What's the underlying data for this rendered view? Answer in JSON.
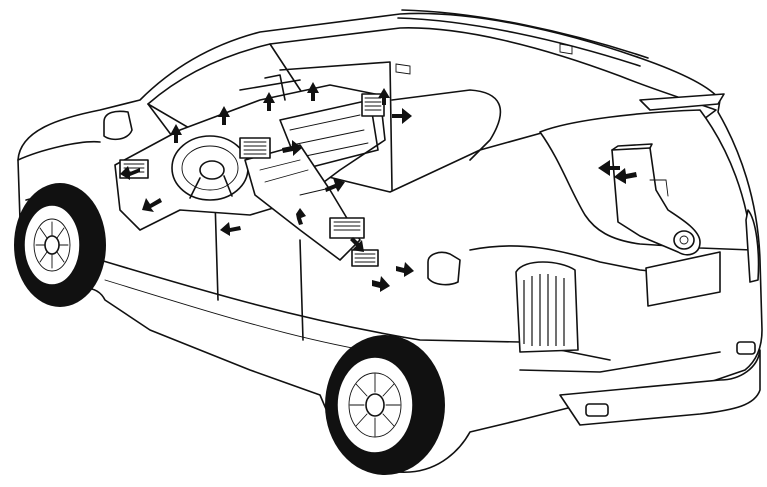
{
  "diagram": {
    "subject": "suv-hvac-air-flow-cutaway",
    "colors": {
      "line": "#111111",
      "background": "#ffffff",
      "arrow": "#111111"
    },
    "vents": [
      {
        "name": "dashboard-top",
        "direction": "up"
      },
      {
        "name": "center-face",
        "direction": "rear"
      },
      {
        "name": "side-face-right",
        "direction": "right"
      },
      {
        "name": "side-face-left",
        "direction": "down-left"
      },
      {
        "name": "floor-front",
        "direction": "down"
      },
      {
        "name": "console-rear",
        "direction": "down-right"
      },
      {
        "name": "rear-cargo-unit",
        "direction": "left"
      }
    ]
  }
}
